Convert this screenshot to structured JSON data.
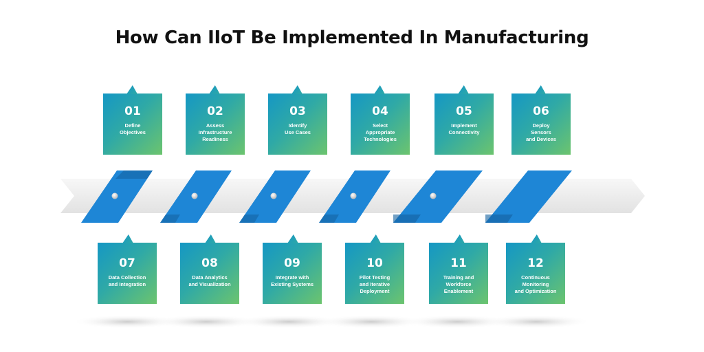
{
  "title": "How Can IIoT Be Implemented In Manufacturing",
  "steps": [
    {
      "num": "01",
      "label": "Define\nObjectives"
    },
    {
      "num": "02",
      "label": "Assess\nInfrastructure\nReadiness"
    },
    {
      "num": "03",
      "label": "Identify\nUse Cases"
    },
    {
      "num": "04",
      "label": "Select\nAppropriate\nTechnologies"
    },
    {
      "num": "05",
      "label": "Implement\nConnectivity"
    },
    {
      "num": "06",
      "label": "Deploy\nSensors\nand Devices"
    },
    {
      "num": "07",
      "label": "Data Collection\nand Integration"
    },
    {
      "num": "08",
      "label": "Data Analytics\nand Visualization"
    },
    {
      "num": "09",
      "label": "Integrate with\nExisting Systems"
    },
    {
      "num": "10",
      "label": "Pilot Testing\nand Iterative\nDeployment"
    },
    {
      "num": "11",
      "label": "Training and\nWorkforce\nEnablement"
    },
    {
      "num": "12",
      "label": "Continuous\nMonitoring\nand Optimization"
    }
  ],
  "colors": {
    "card_start": "#1597c4",
    "card_mid": "#2fa9a6",
    "card_end": "#6cc46e",
    "ribbon": "#1e86d6",
    "ribbon_dark": "#14609e",
    "band": "#eeeeee",
    "title": "#111111"
  }
}
